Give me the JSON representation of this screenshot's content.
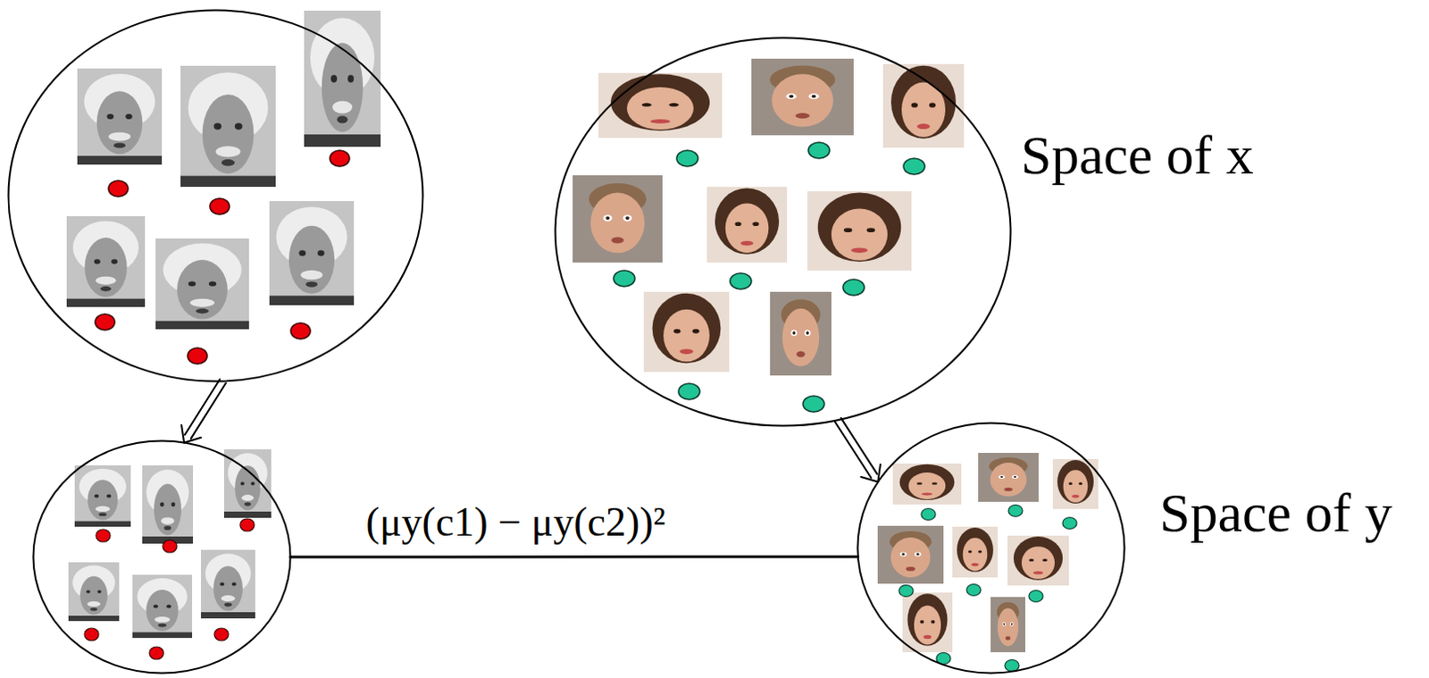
{
  "diagram": {
    "nodes": [
      {
        "text": []
      },
      {
        "text": [
          "Space of x"
        ]
      },
      {
        "text": []
      },
      {
        "text": [
          "Space of y"
        ]
      }
    ],
    "edges": [
      {
        "from": 0,
        "to": 2,
        "arrow": "to"
      },
      {
        "from": 1,
        "to": 3,
        "arrow": "to"
      },
      {
        "from": 2,
        "to": 3,
        "arrow": "none",
        "label": "(μy(c1) − μy(c2))²"
      }
    ]
  }
}
